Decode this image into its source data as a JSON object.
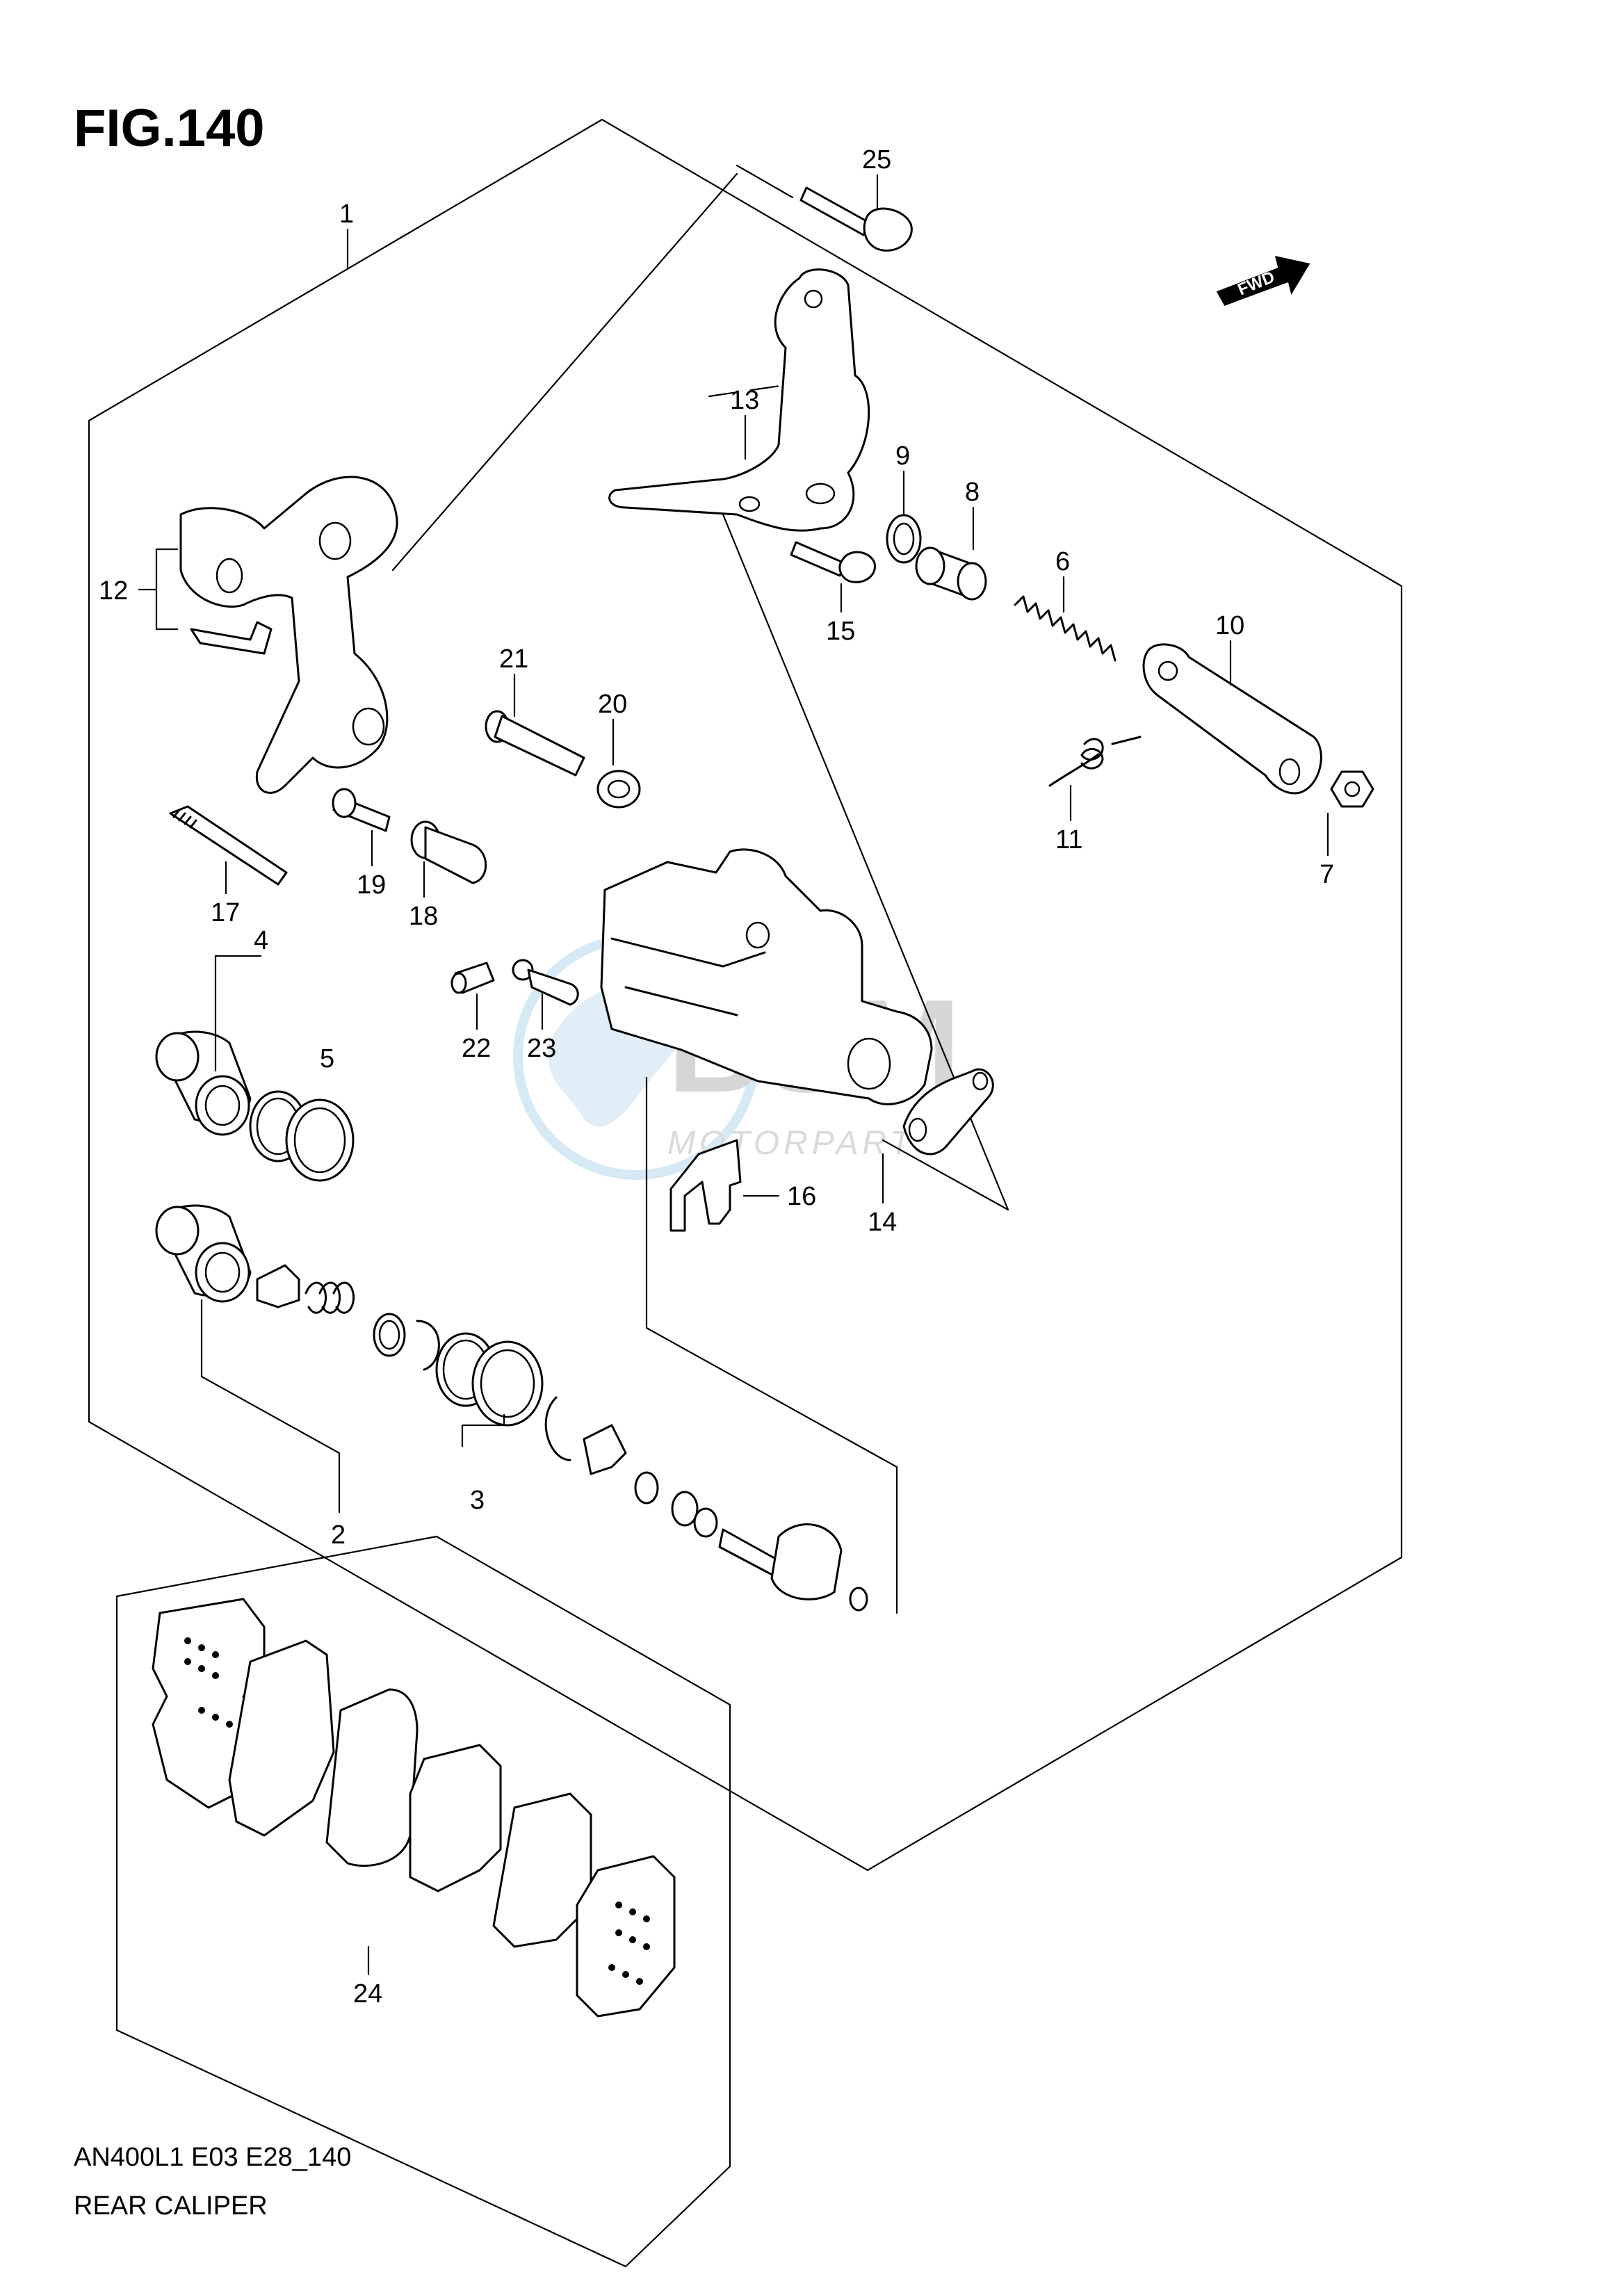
{
  "figure": {
    "title": "FIG.140",
    "model_code": "AN400L1 E03 E28_140",
    "caption": "REAR CALIPER",
    "direction_badge": "FWD"
  },
  "watermark": {
    "brand": "BSM",
    "subtitle": "MOTORPARTS"
  },
  "callouts": {
    "c1": "1",
    "c2": "2",
    "c3": "3",
    "c4": "4",
    "c5": "5",
    "c6": "6",
    "c7": "7",
    "c8": "8",
    "c9": "9",
    "c10": "10",
    "c11": "11",
    "c12": "12",
    "c13": "13",
    "c14": "14",
    "c15": "15",
    "c16": "16",
    "c17": "17",
    "c18": "18",
    "c19": "19",
    "c20": "20",
    "c21": "21",
    "c22": "22",
    "c23": "23",
    "c24": "24",
    "c25": "25"
  }
}
